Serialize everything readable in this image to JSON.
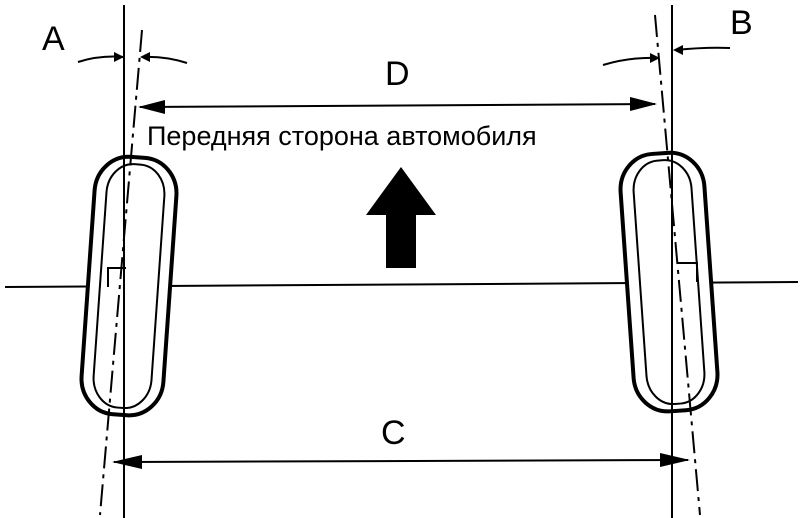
{
  "labels": {
    "a": "A",
    "b": "B",
    "c": "C",
    "d": "D",
    "caption": "Передняя сторона автомобиля"
  },
  "colors": {
    "ink": "#000000",
    "paper": "#ffffff"
  }
}
